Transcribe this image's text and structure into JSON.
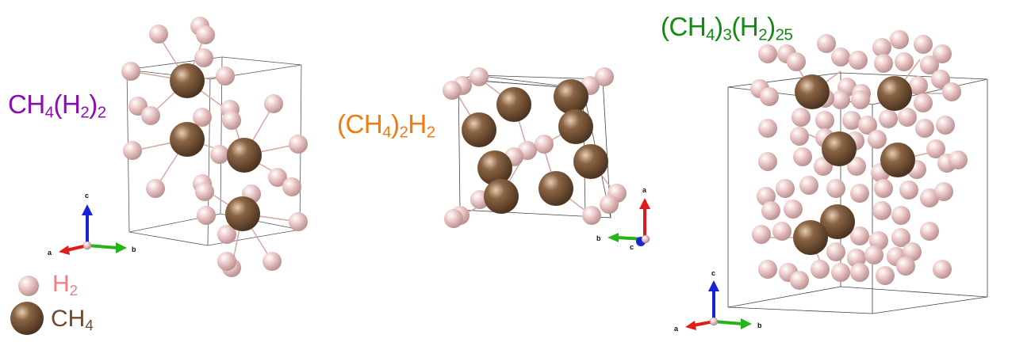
{
  "colors": {
    "h2_atom": "#ecc6c6",
    "ch4_atom": "#7d5a3c",
    "bond": "#d4a8a0",
    "cell_edge": "#333333",
    "axis_a": "#e11b1b",
    "axis_b": "#25b51a",
    "axis_c": "#1724d6",
    "label_1": "#8b0fb0",
    "label_2": "#f07b10",
    "label_3": "#148a14",
    "legend_h2": "#f08080",
    "legend_ch4": "#6b4a2e"
  },
  "structures": [
    {
      "formula": {
        "p1": "CH",
        "s1": "4",
        "p2": "(H",
        "s2": "2",
        "p3": ")",
        "s3": "2",
        "p4": ""
      }
    },
    {
      "formula": {
        "p1": "(CH",
        "s1": "4",
        "p2": ")",
        "s2": "2",
        "p3": "H",
        "s3": "2",
        "p4": ""
      }
    },
    {
      "formula": {
        "p1": "(CH",
        "s1": "4",
        "p2": ")",
        "s2": "3",
        "p3": "(H",
        "s3": "2",
        "p4": ")",
        "s4": "25"
      }
    }
  ],
  "axes_labels": {
    "first": {
      "a": "a",
      "b": "b",
      "c": "c"
    },
    "second": {
      "a": "a",
      "b": "b",
      "c": "c"
    },
    "third": {
      "a": "a",
      "b": "b",
      "c": "c"
    }
  },
  "legend": {
    "h2": {
      "main": "H",
      "sub": "2"
    },
    "ch4": {
      "main": "CH",
      "sub": "4"
    }
  }
}
